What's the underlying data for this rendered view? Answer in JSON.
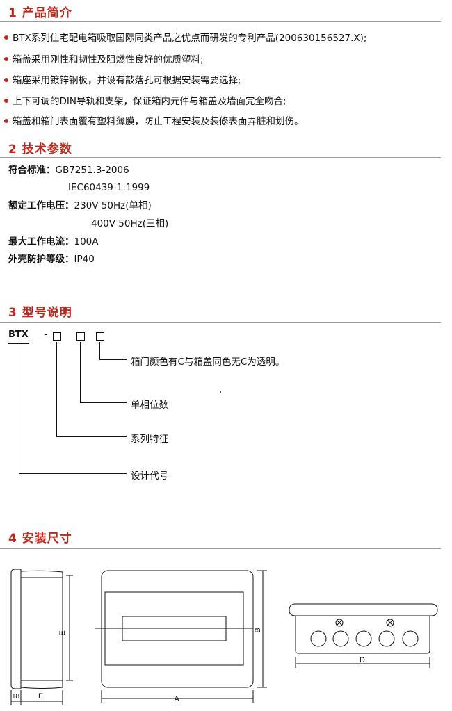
{
  "sections": {
    "s1": {
      "title": "1 产品简介"
    },
    "s2": {
      "title": "2 技术参数"
    },
    "s3": {
      "title": "3 型号说明"
    },
    "s4": {
      "title": "4 安装尺寸"
    }
  },
  "intro": {
    "bullets": [
      "BTX系列住宅配电箱吸取国际同类产品之优点而研发的专利产品(200630156527.X);",
      "箱盖采用刚性和韧性及阻燃性良好的优质塑料;",
      "箱座采用镀锌钢板，并设有敲落孔可根据安装需要选择;",
      "上下可调的DIN导轨和支架，保证箱内元件与箱盖及墙面完全吻合;",
      "箱盖和箱门表面覆有塑料薄膜，防止工程安装及装修表面弄脏和划伤。"
    ]
  },
  "specs": {
    "standard_label": "符合标准：",
    "standard_1": "GB7251.3-2006",
    "standard_2": "IEC60439-1:1999",
    "voltage_label": "额定工作电压：",
    "voltage_1": "230V   50Hz(单相)",
    "voltage_2": "400V   50Hz(三相)",
    "current_label": "最大工作电流：",
    "current_value": "100A",
    "ip_label": "外壳防护等级：",
    "ip_value": "IP40"
  },
  "model": {
    "prefix": "BTX",
    "dash": "-",
    "desc_color": "箱门颜色有C与箱盖同色无C为透明。",
    "desc_positions": "单相位数",
    "desc_series": "系列特征",
    "desc_design": "设计代号"
  },
  "dims": {
    "e": "E",
    "b": "B",
    "a": "A",
    "d": "D",
    "f": "F",
    "n18": "18"
  },
  "colors": {
    "accent": "#c0271c",
    "rule": "#9a9a9a"
  }
}
